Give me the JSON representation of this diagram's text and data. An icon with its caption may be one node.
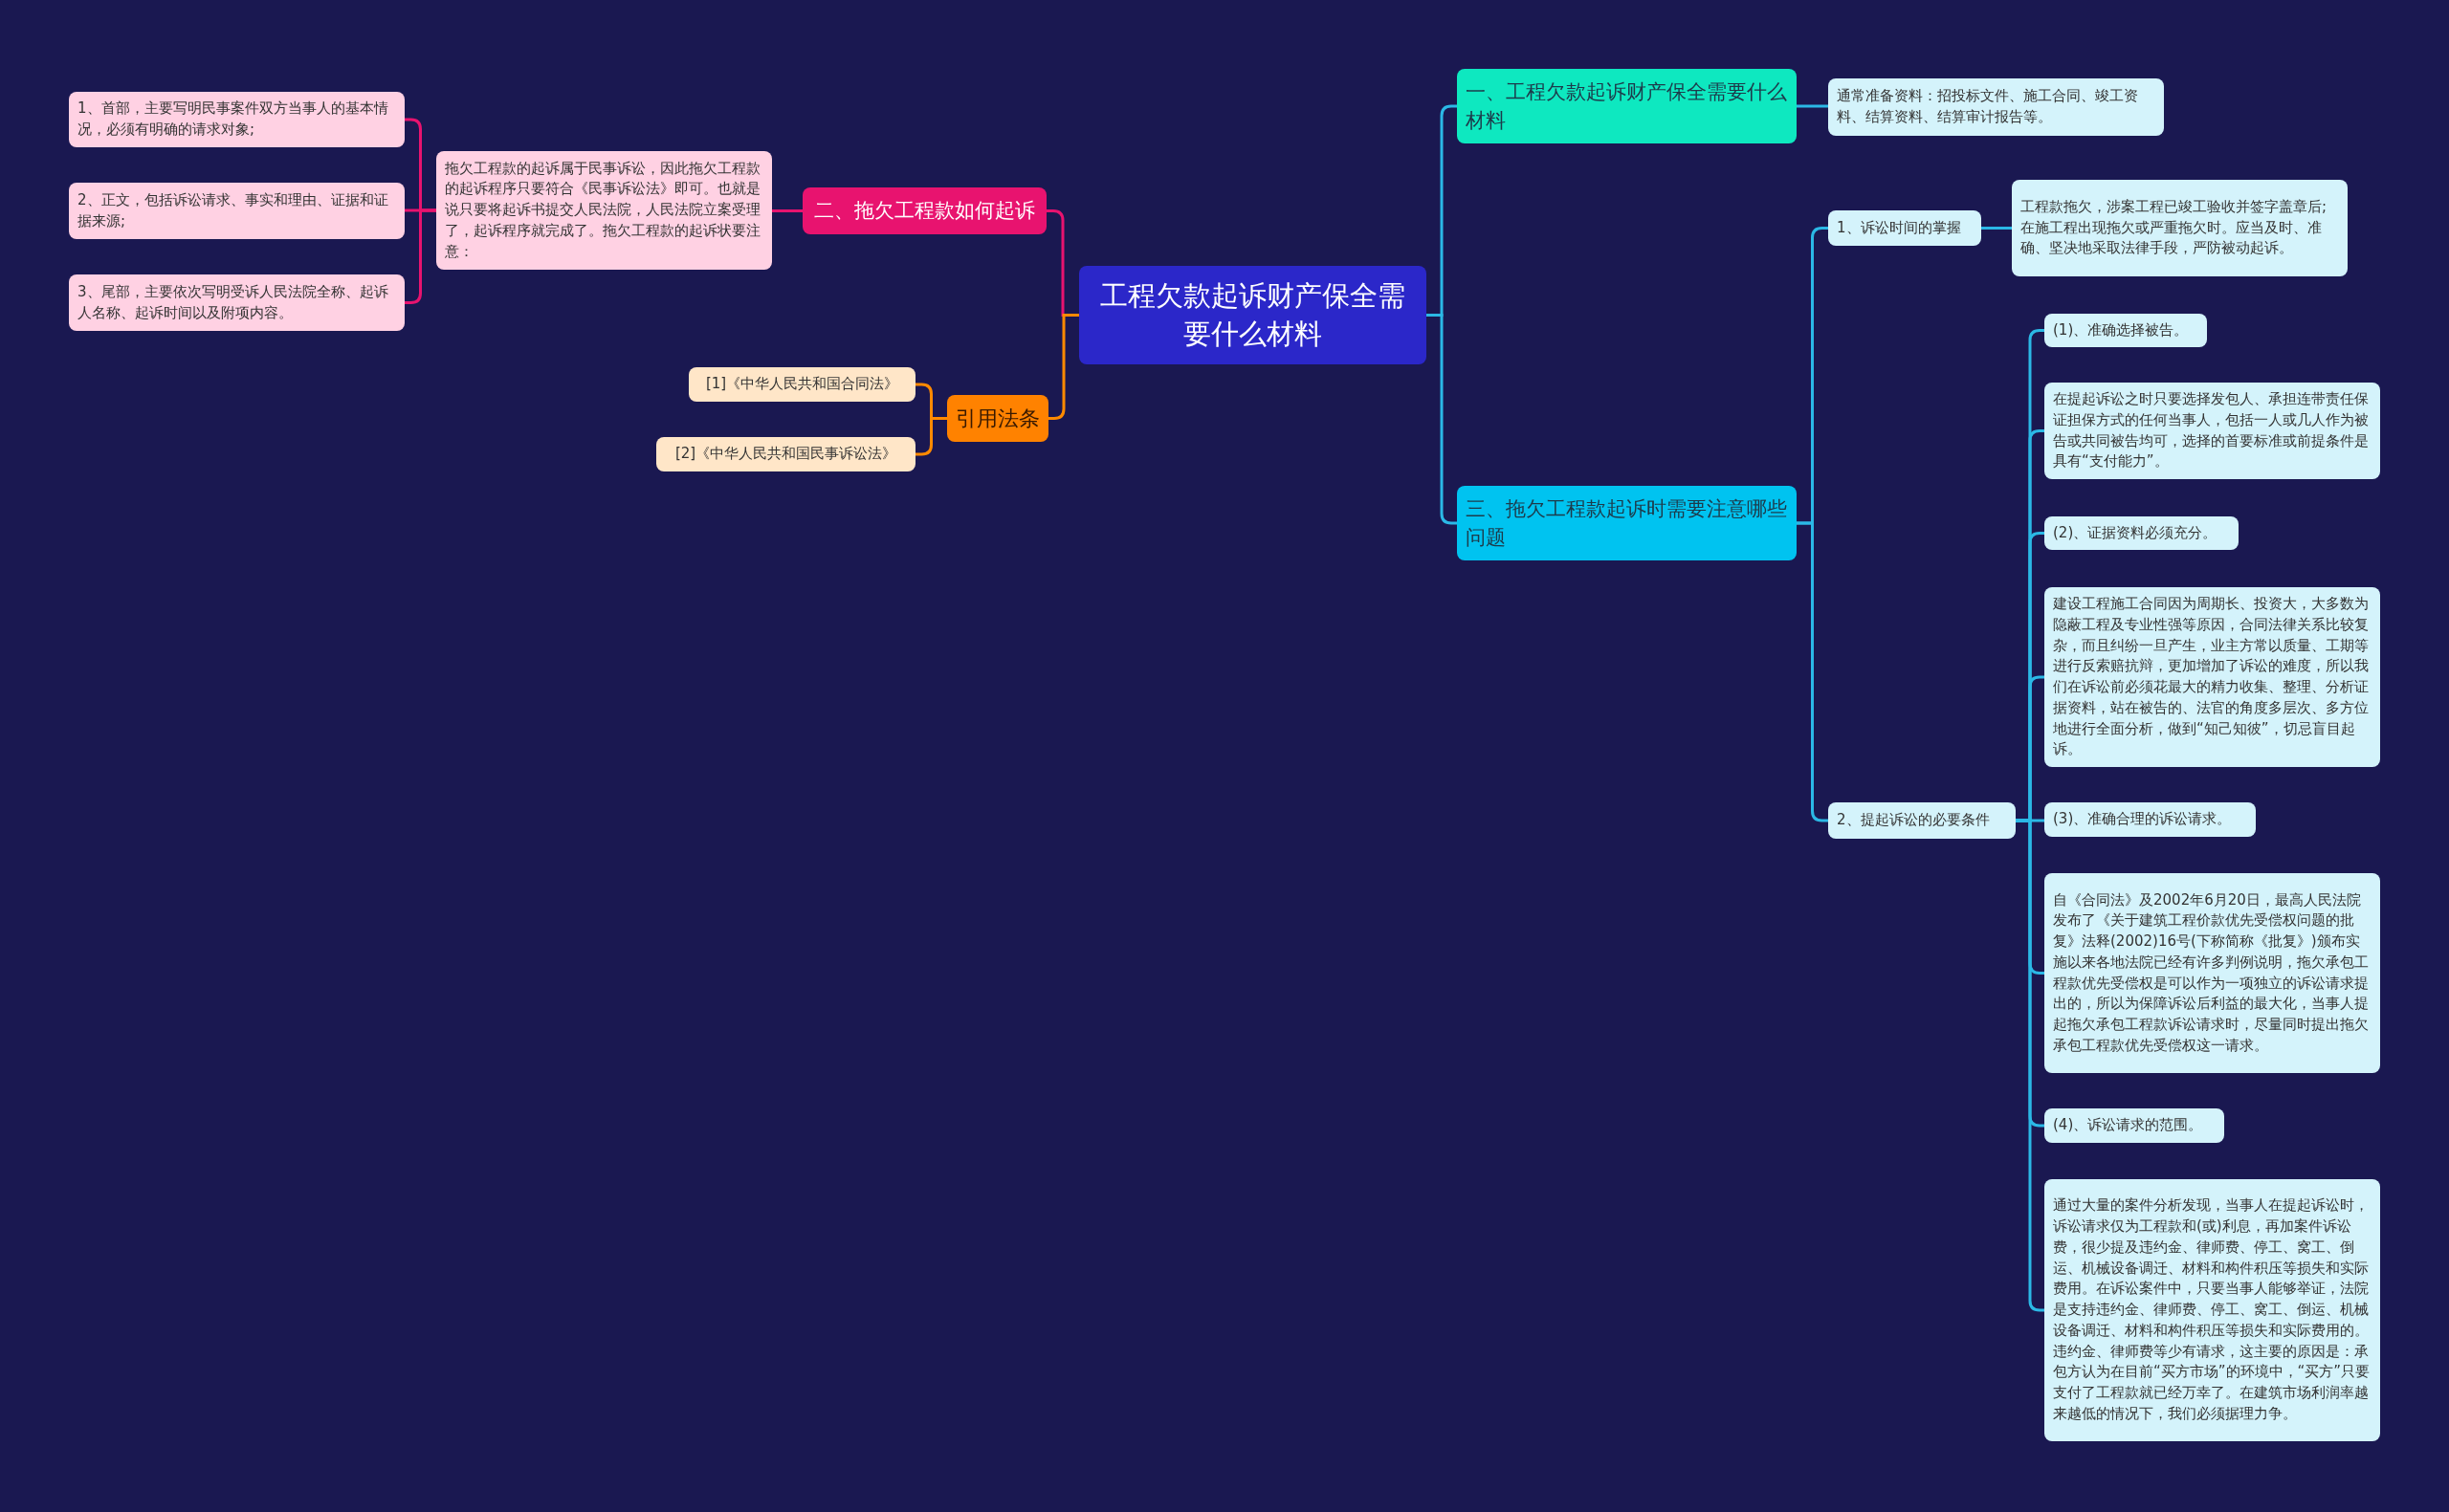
{
  "diagram": {
    "nodes": [
      {
        "text": [
          "工程欠款起诉财产保全需要什么材料"
        ]
      },
      {
        "text": [
          "二、拖欠工程款如何起诉"
        ]
      },
      {
        "text": [
          "拖欠工程款的起诉属于民事诉讼，因此拖欠工程款的起诉程序只要符合《民事诉讼法》即可。也就是说只要将起诉书提交人民法院，人民法院立案受理了，起诉程序就完成了。拖欠工程款的起诉状要注意："
        ]
      },
      {
        "text": [
          "1、首部，主要写明民事案件双方当事人的基本情况，必须有明确的请求对象;"
        ]
      },
      {
        "text": [
          "2、正文，包括诉讼请求、事实和理由、证据和证据来源;"
        ]
      },
      {
        "text": [
          "3、尾部，主要依次写明受诉人民法院全称、起诉人名称、起诉时间以及附项内容。"
        ]
      },
      {
        "text": [
          "引用法条"
        ]
      },
      {
        "text": [
          "[1]《中华人民共和国合同法》"
        ]
      },
      {
        "text": [
          "[2]《中华人民共和国民事诉讼法》"
        ]
      },
      {
        "text": [
          "一、工程欠款起诉财产保全需要什么材料"
        ]
      },
      {
        "text": [
          "通常准备资料：招投标文件、施工合同、竣工资料、结算资料、结算审计报告等。"
        ]
      },
      {
        "text": [
          "三、拖欠工程款起诉时需要注意哪些问题"
        ]
      },
      {
        "text": [
          "1、诉讼时间的掌握"
        ]
      },
      {
        "text": [
          "工程款拖欠，涉案工程已竣工验收并签字盖章后;在施工程出现拖欠或严重拖欠时。应当及时、准确、坚决地采取法律手段，严防被动起诉。"
        ]
      },
      {
        "text": [
          "2、提起诉讼的必要条件"
        ]
      },
      {
        "text": [
          "(1)、准确选择被告。"
        ]
      },
      {
        "text": [
          "在提起诉讼之时只要选择发包人、承担连带责任保证担保方式的任何当事人，包括一人或几人作为被告或共同被告均可，选择的首要标准或前提条件是具有“支付能力”。"
        ]
      },
      {
        "text": [
          "(2)、证据资料必须充分。"
        ]
      },
      {
        "text": [
          "建设工程施工合同因为周期长、投资大，大多数为隐蔽工程及专业性强等原因，合同法律关系比较复杂，而且纠纷一旦产生，业主方常以质量、工期等进行反索赔抗辩，更加增加了诉讼的难度，所以我们在诉讼前必须花最大的精力收集、整理、分析证据资料，站在被告的、法官的角度多层次、多方位地进行全面分析，做到“知己知彼”，切忌盲目起诉。"
        ]
      },
      {
        "text": [
          "(3)、准确合理的诉讼请求。"
        ]
      },
      {
        "text": [
          "自《合同法》及2002年6月20日，最高人民法院发布了《关于建筑工程价款优先受偿权问题的批复》法释(2002)16号(下称简称《批复》)颁布实施以来各地法院已经有许多判例说明，拖欠承包工程款优先受偿权是可以作为一项独立的诉讼请求提出的，所以为保障诉讼后利益的最大化，当事人提起拖欠承包工程款诉讼请求时，尽量同时提出拖欠承包工程款优先受偿权这一请求。"
        ]
      },
      {
        "text": [
          "(4)、诉讼请求的范围。"
        ]
      },
      {
        "text": [
          "通过大量的案件分析发现，当事人在提起诉讼时，诉讼请求仅为工程款和(或)利息，再加案件诉讼费，很少提及违约金、律师费、停工、窝工、倒运、机械设备调迁、材料和构件积压等损失和实际费用。在诉讼案件中，只要当事人能够举证，法院是支持违约金、律师费、停工、窝工、倒运、机械设备调迁、材料和构件积压等损失和实际费用的。违约金、律师费等少有请求，这主要的原因是：承包方认为在目前“买方市场”的环境中，“买方”只要支付了工程款就已经万幸了。在建筑市场利润率越来越低的情况下，我们必须据理力争。"
        ]
      }
    ],
    "edges": [
      {
        "from": 0,
        "to": 1,
        "arrow": "none",
        "color": "#e8136f"
      },
      {
        "from": 1,
        "to": 2,
        "arrow": "none",
        "color": "#e8136f"
      },
      {
        "from": 2,
        "to": 3,
        "arrow": "none",
        "color": "#e8136f"
      },
      {
        "from": 2,
        "to": 4,
        "arrow": "none",
        "color": "#e8136f"
      },
      {
        "from": 2,
        "to": 5,
        "arrow": "none",
        "color": "#e8136f"
      },
      {
        "from": 0,
        "to": 6,
        "arrow": "none",
        "color": "#ff8a00"
      },
      {
        "from": 6,
        "to": 7,
        "arrow": "none",
        "color": "#ff8a00"
      },
      {
        "from": 6,
        "to": 8,
        "arrow": "none",
        "color": "#ff8a00"
      },
      {
        "from": 0,
        "to": 9,
        "arrow": "none"
      },
      {
        "from": 9,
        "to": 10,
        "arrow": "none"
      },
      {
        "from": 0,
        "to": 11,
        "arrow": "none"
      },
      {
        "from": 11,
        "to": 12,
        "arrow": "none"
      },
      {
        "from": 12,
        "to": 13,
        "arrow": "none"
      },
      {
        "from": 11,
        "to": 14,
        "arrow": "none"
      },
      {
        "from": 14,
        "to": 15,
        "arrow": "none"
      },
      {
        "from": 14,
        "to": 16,
        "arrow": "none"
      },
      {
        "from": 14,
        "to": 17,
        "arrow": "none"
      },
      {
        "from": 14,
        "to": 18,
        "arrow": "none"
      },
      {
        "from": 14,
        "to": 19,
        "arrow": "none"
      },
      {
        "from": 14,
        "to": 20,
        "arrow": "none"
      },
      {
        "from": 14,
        "to": 21,
        "arrow": "none"
      },
      {
        "from": 14,
        "to": 22,
        "arrow": "none"
      }
    ]
  }
}
